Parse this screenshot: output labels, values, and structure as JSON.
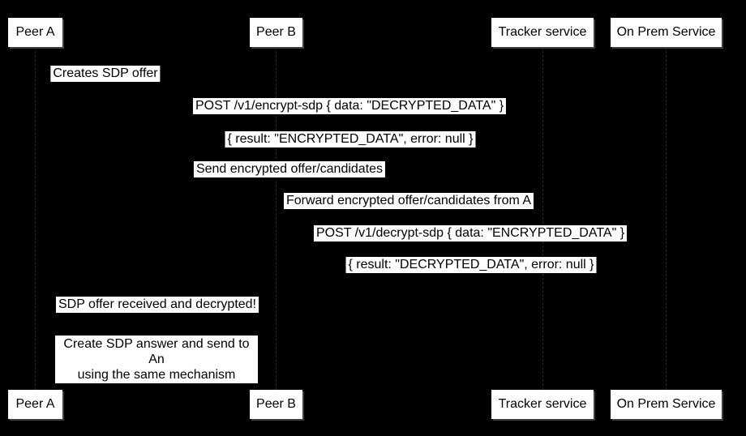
{
  "colors": {
    "background": "#000000",
    "box_fill": "#ffffff",
    "box_text": "#000000",
    "actor_edge": "#3f3f3f",
    "lifeline": "#242424"
  },
  "actors": [
    {
      "label": "Peer A"
    },
    {
      "label": "Peer B"
    },
    {
      "label": "Tracker service"
    },
    {
      "label": "On Prem Service"
    }
  ],
  "messages": [
    {
      "text": "Creates SDP offer"
    },
    {
      "text": "POST /v1/encrypt-sdp { data: \"DECRYPTED_DATA\" }"
    },
    {
      "text": "{ result: \"ENCRYPTED_DATA\", error: null }"
    },
    {
      "text": "Send encrypted offer/candidates"
    },
    {
      "text": "Forward encrypted offer/candidates from A"
    },
    {
      "text": "POST /v1/decrypt-sdp { data: \"ENCRYPTED_DATA\" }"
    },
    {
      "text": "{ result: \"DECRYPTED_DATA\", error: null }"
    },
    {
      "text": "SDP offer received and decrypted!"
    }
  ],
  "note": {
    "lines": [
      "Create SDP answer and send to An",
      "using the same mechanism"
    ]
  }
}
